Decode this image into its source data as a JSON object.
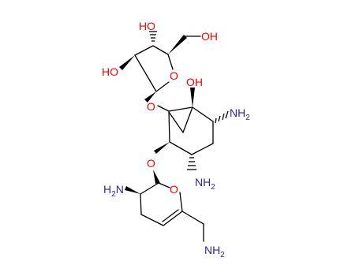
{
  "colors": {
    "oxygen": "#ff0000",
    "nitrogen": "#2b2b8c",
    "carbon_bond": "#000000",
    "background": "#ffffff"
  },
  "atoms": {
    "ho_top": {
      "main": "HO",
      "sub": ""
    },
    "oh_ch2": {
      "main": "OH",
      "sub": ""
    },
    "ho_left": {
      "main": "HO",
      "sub": ""
    },
    "o_furanose": {
      "main": "O",
      "sub": ""
    },
    "oh_cyclohexane": {
      "main": "OH",
      "sub": ""
    },
    "o_link1": {
      "main": "O",
      "sub": ""
    },
    "nh2_right": {
      "main": "NH",
      "sub": "2"
    },
    "o_link2": {
      "main": "O",
      "sub": ""
    },
    "nh2_bottom": {
      "main": "NH",
      "sub": "2"
    },
    "h2n_pyran": {
      "main": "H",
      "sub": "2",
      "tail": "N"
    },
    "o_pyran": {
      "main": "O",
      "sub": ""
    },
    "nh2_aminomethyl": {
      "main": "NH",
      "sub": "2"
    }
  }
}
